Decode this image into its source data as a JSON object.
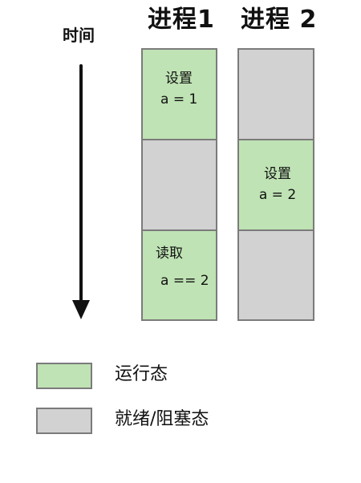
{
  "time_axis": {
    "label": "时间"
  },
  "processes": [
    {
      "title": "进程1",
      "cells": [
        {
          "state": "running",
          "lines": [
            "设置",
            "a = 1"
          ]
        },
        {
          "state": "ready",
          "lines": []
        },
        {
          "state": "running",
          "lines": [
            "读取",
            "a == 2"
          ]
        }
      ]
    },
    {
      "title": "进程 2",
      "cells": [
        {
          "state": "ready",
          "lines": []
        },
        {
          "state": "running",
          "lines": [
            "设置",
            "a = 2"
          ]
        },
        {
          "state": "ready",
          "lines": []
        }
      ]
    }
  ],
  "legend": [
    {
      "state": "running",
      "label": "运行态",
      "color": "#bfe3b4"
    },
    {
      "state": "ready",
      "label": "就绪/阻塞态",
      "color": "#d2d2d2"
    }
  ]
}
